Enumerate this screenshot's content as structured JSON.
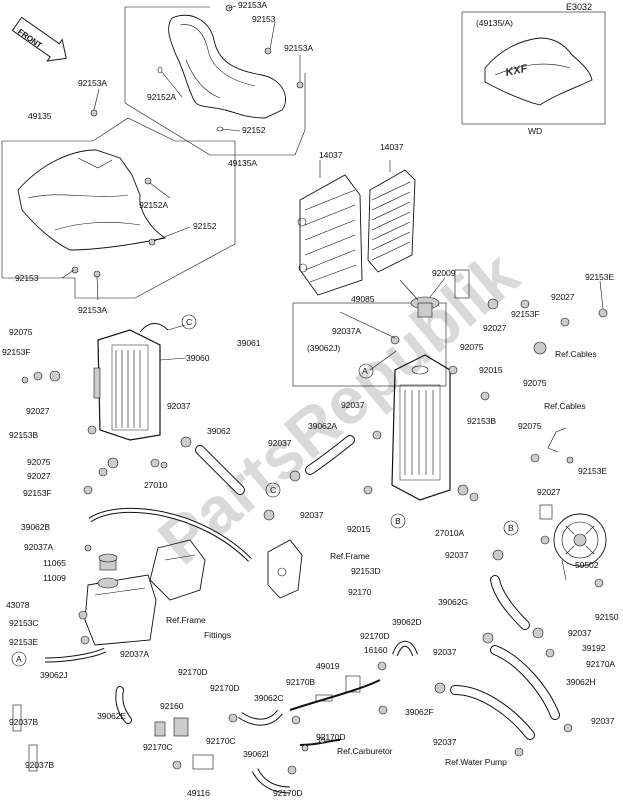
{
  "diagram": {
    "code": "E3032",
    "watermark": "PartsRepublik",
    "front_label": "FRONT",
    "inset": {
      "ref": "(49135/A)",
      "variant": "WD"
    },
    "labels": {
      "l_92153A_a": "92153A",
      "l_92153_a": "92153",
      "l_92153A_b": "92153A",
      "l_92152A_a": "92152A",
      "l_92152": "92152",
      "l_49135A": "49135A",
      "l_92153A_c": "92153A",
      "l_49135": "49135",
      "l_92152A_b": "92152A",
      "l_92152_b": "92152",
      "l_92153_b": "92153",
      "l_92153A_d": "92153A",
      "l_14037_a": "14037",
      "l_14037_b": "14037",
      "l_92009": "92009",
      "l_49085": "49085",
      "l_92153E_a": "92153E",
      "l_92027_a": "92027",
      "l_92027_b": "92027",
      "l_92153F_a": "92153F",
      "l_92075_a": "92075",
      "l_refcables_a": "Ref.Cables",
      "l_92075_b": "92075",
      "l_92075_c": "92075",
      "l_92153F_b": "92153F",
      "l_39060": "39060",
      "l_39061": "39061",
      "l_92037A_a": "92037A",
      "l_39062J_paren": "(39062J)",
      "l_92027_c": "92027",
      "l_92153B_a": "92153B",
      "l_92037_a": "92037",
      "l_39062": "39062",
      "l_92037_b": "92037",
      "l_39062A": "39062A",
      "l_92015_a": "92015",
      "l_92153B_b": "92153B",
      "l_refcables_b": "Ref.Cables",
      "l_92075_d": "92075",
      "l_92075_e": "92075",
      "l_92027_d": "92027",
      "l_92153F_c": "92153F",
      "l_92037_c": "92037",
      "l_92037_d": "92037",
      "l_27010": "27010",
      "l_92153E_b": "92153E",
      "l_92027_e": "92027",
      "l_92015_b": "92015",
      "l_27010A": "27010A",
      "l_39062B": "39062B",
      "l_92037A_b": "92037A",
      "l_11065": "11065",
      "l_11009": "11009",
      "l_refframe_a": "Ref.Frame",
      "l_92153D": "92153D",
      "l_92170": "92170",
      "l_92037_e": "92037",
      "l_43078": "43078",
      "l_92153C": "92153C",
      "l_92153E_c": "92153E",
      "l_refframe_b": "Ref.Frame",
      "l_fittings": "Fittings",
      "l_59502": "59502",
      "l_39062G": "39062G",
      "l_92150": "92150",
      "l_92037A_c": "92037A",
      "l_92170D_a": "92170D",
      "l_39062D": "39062D",
      "l_92037_f": "92037",
      "l_39192": "39192",
      "l_39062J": "39062J",
      "l_92170D_b": "92170D",
      "l_16160": "16160",
      "l_92170A": "92170A",
      "l_49019": "49019",
      "l_92037_g": "92037",
      "l_39062H": "39062H",
      "l_92037B_a": "92037B",
      "l_39062E": "39062E",
      "l_92160": "92160",
      "l_92170D_c": "92170D",
      "l_92170B": "92170B",
      "l_39062C": "39062C",
      "l_39062F": "39062F",
      "l_92037_h": "92037",
      "l_92170C_a": "92170C",
      "l_92170C_b": "92170C",
      "l_39062I": "39062I",
      "l_92170D_d": "92170D",
      "l_refcarb": "Ref.Carburetor",
      "l_92037B_b": "92037B",
      "l_49116": "49116",
      "l_92170D_e": "92170D",
      "l_refpump": "Ref.Water Pump",
      "l_92037_i": "92037"
    },
    "callouts": {
      "A": "A",
      "B": "B",
      "C": "C"
    }
  }
}
